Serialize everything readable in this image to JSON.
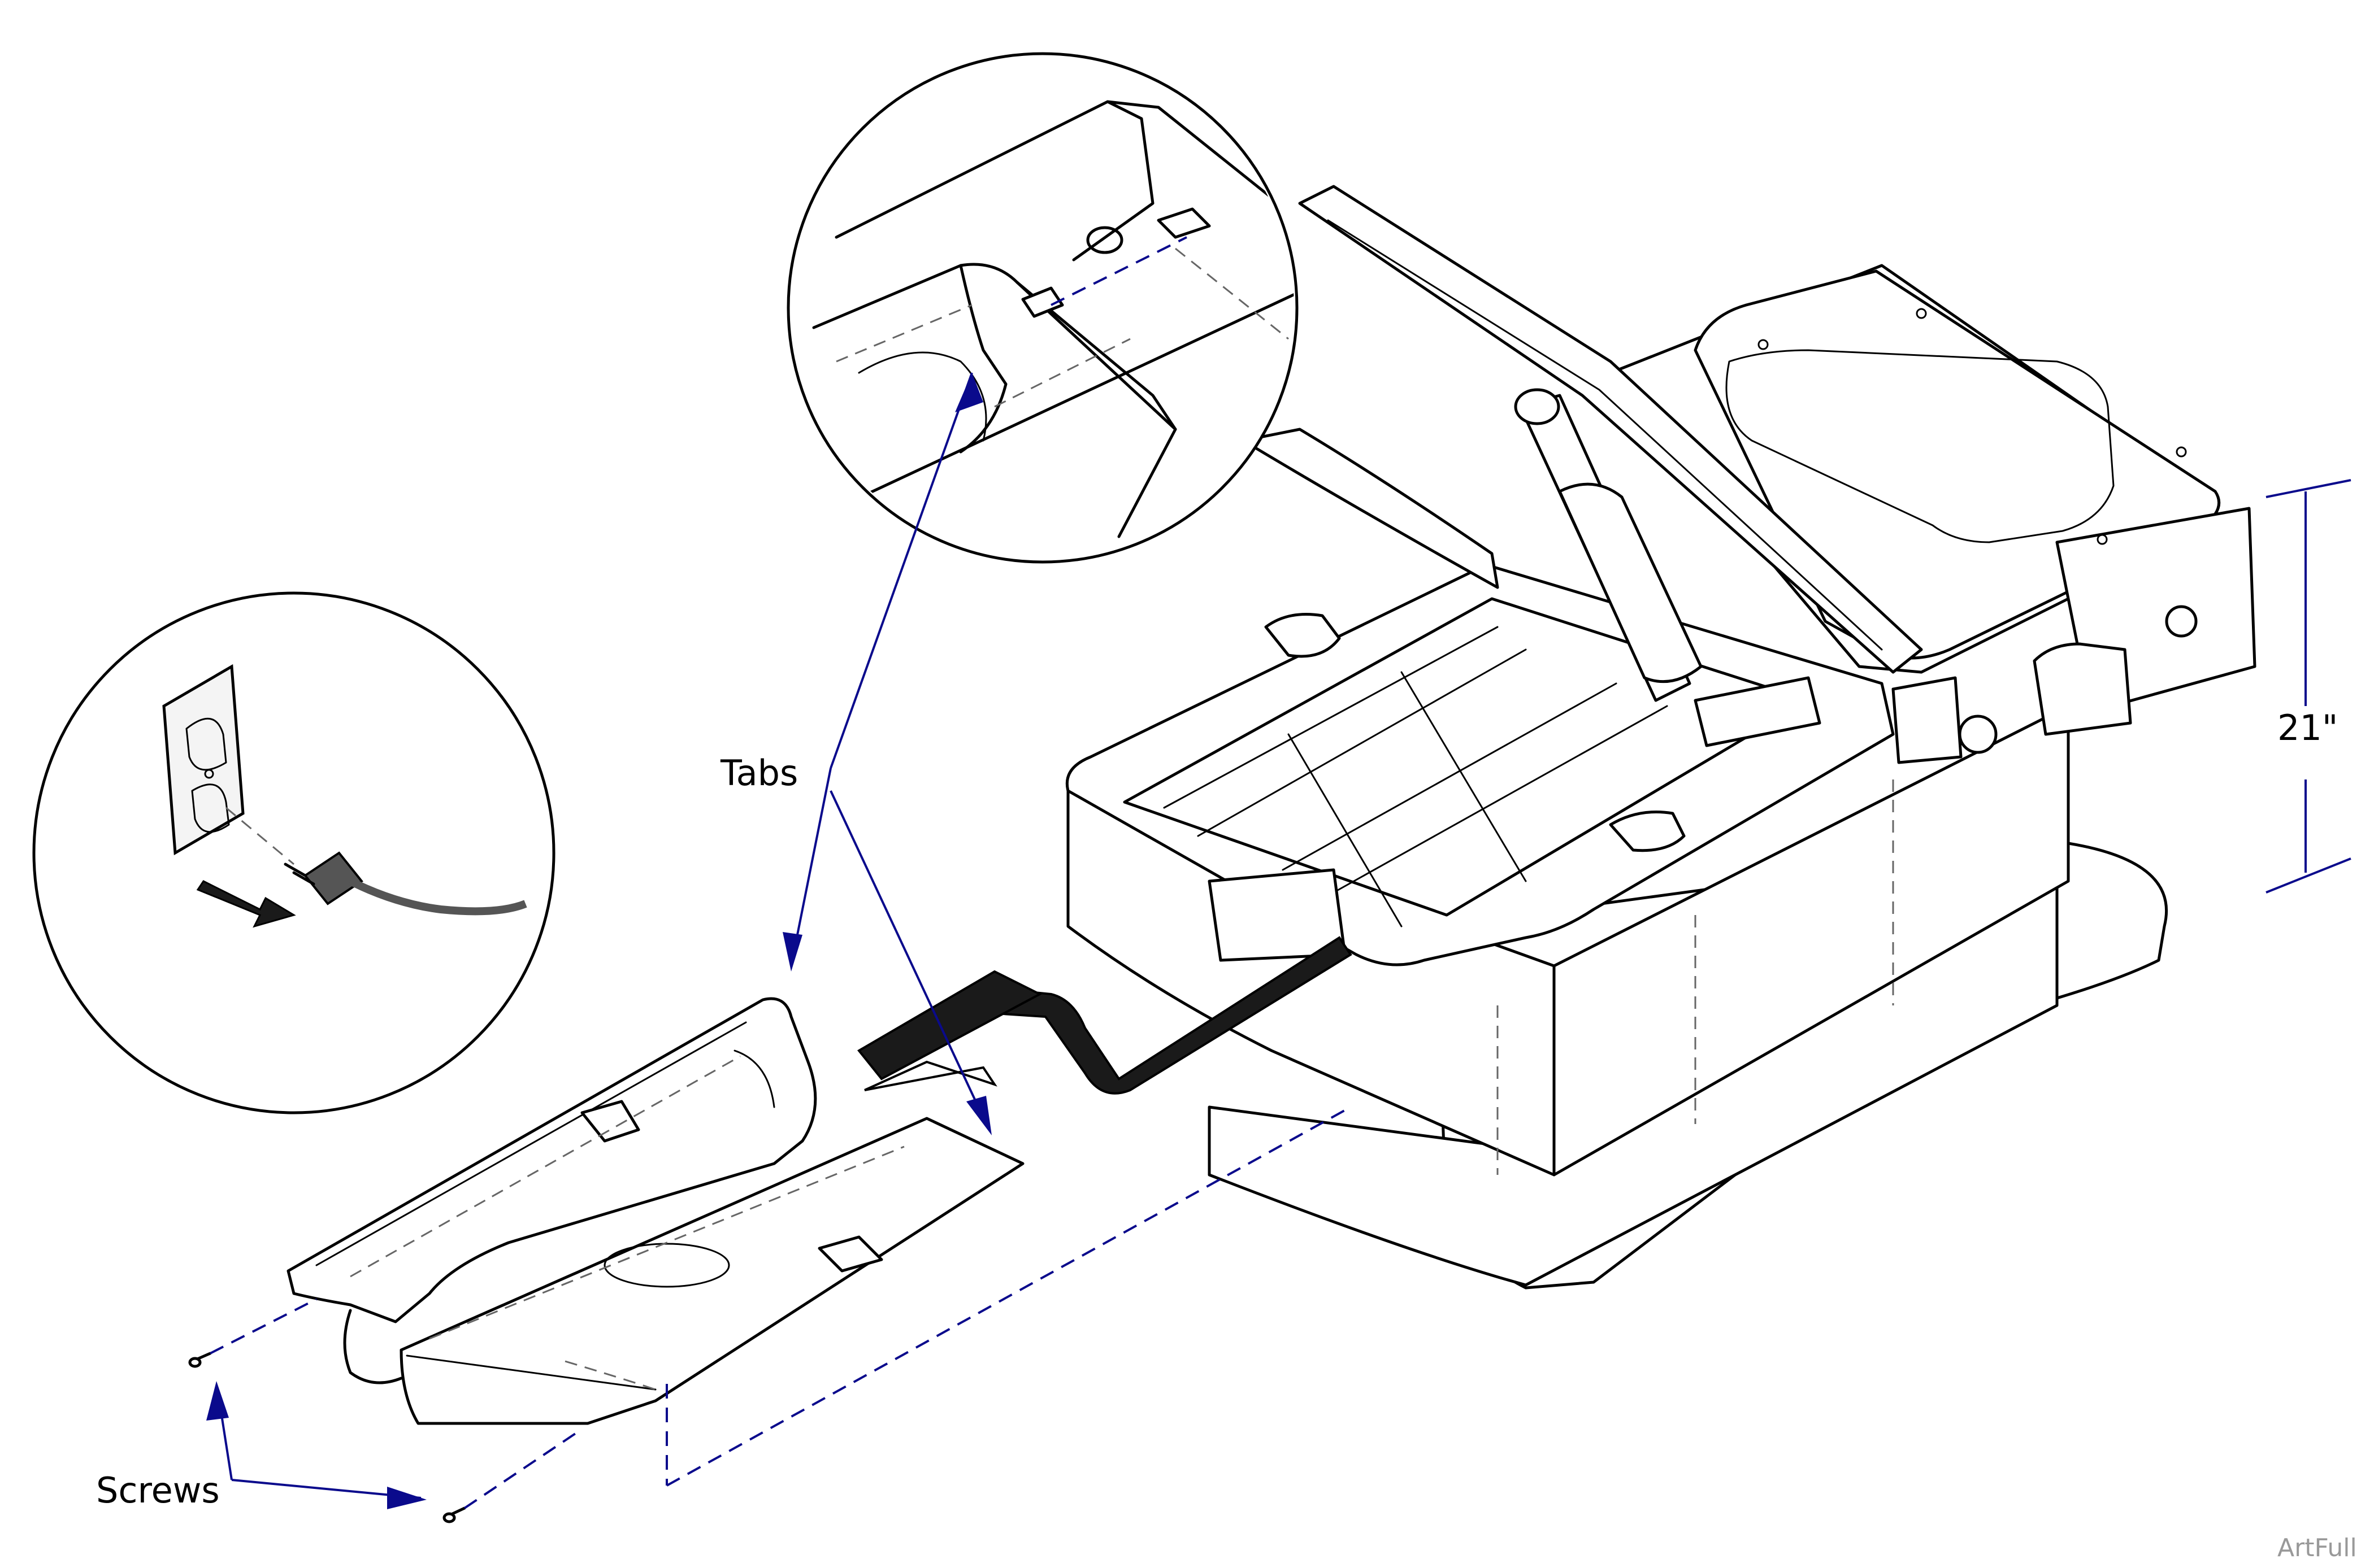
{
  "labels": {
    "tabs": "Tabs",
    "screws": "Screws",
    "height": "21\""
  },
  "watermark": "ArtFull",
  "colors": {
    "leader": "#0a0a8c",
    "line": "#000000",
    "hidden_line": "#666666",
    "cord": "#555555"
  },
  "icons": [
    "electrical-outlet-icon",
    "plug-icon",
    "pull-arrow-icon"
  ]
}
